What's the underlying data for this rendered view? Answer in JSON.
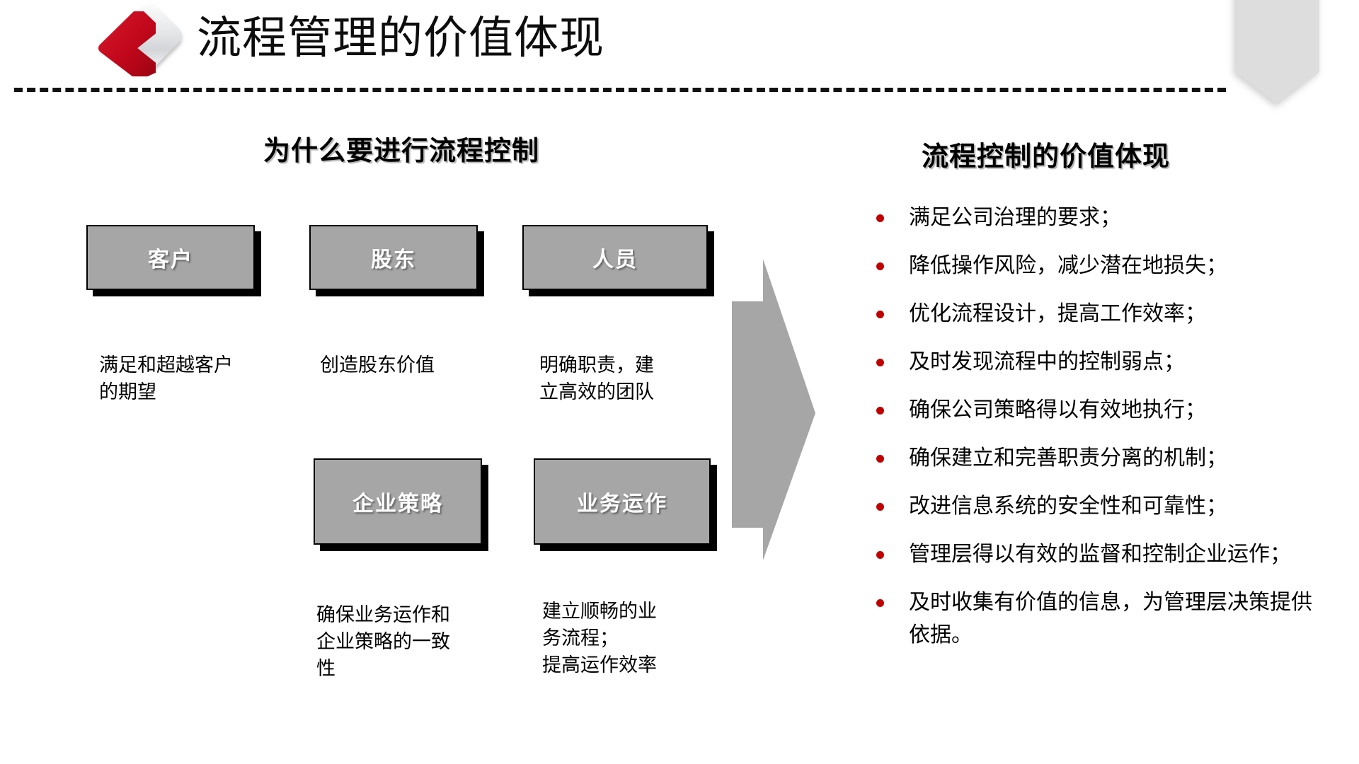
{
  "header": {
    "title": "流程管理的价值体现",
    "logo_icon": "red-chevron-diamond-logo",
    "divider_icon": "dashed-divider",
    "corner_icon": "gray-ribbon-banner"
  },
  "left_panel": {
    "heading": "为什么要进行流程控制",
    "boxes": [
      {
        "label": "客户",
        "caption": "满足和超越客户\n的期望"
      },
      {
        "label": "股东",
        "caption": "创造股东价值"
      },
      {
        "label": "人员",
        "caption": "明确职责，建\n立高效的团队"
      },
      {
        "label": "企业策略",
        "caption": "确保业务运作和\n企业策略的一致\n性"
      },
      {
        "label": "业务运作",
        "caption": "建立顺畅的业\n务流程；\n提高运作效率"
      }
    ]
  },
  "connector": {
    "icon": "right-arrow-icon",
    "color": "#a6a6a6"
  },
  "right_panel": {
    "heading": "流程控制的价值体现",
    "bullet_color": "#c00000",
    "items": [
      "满足公司治理的要求；",
      "降低操作风险，减少潜在地损失；",
      "优化流程设计，提高工作效率；",
      "及时发现流程中的控制弱点；",
      "确保公司策略得以有效地执行；",
      "确保建立和完善职责分离的机制；",
      "改进信息系统的安全性和可靠性；",
      "管理层得以有效的监督和控制企业运作；",
      "及时收集有价值的信息，为管理层决策提供依据。"
    ]
  },
  "theme": {
    "box_fill": "#a6a6a6",
    "box_border": "#000000",
    "accent_red": "#c00000",
    "logo_red": "#c8102e",
    "banner_gray": "#dddddd",
    "background": "#ffffff"
  }
}
